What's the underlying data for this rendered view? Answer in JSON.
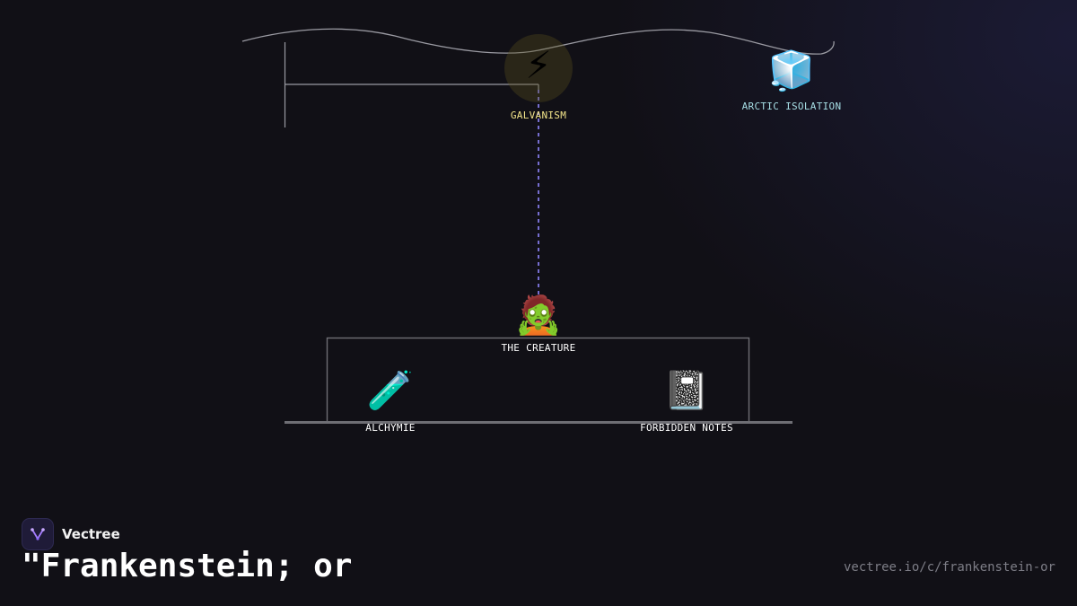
{
  "diagram": {
    "nodes": {
      "galvanism": {
        "icon": "⚡",
        "icon_name": "lightning-icon",
        "label": "GALVANISM",
        "label_color": "#f3e58a"
      },
      "arctic": {
        "icon": "🧊",
        "icon_name": "ice-cube-icon",
        "label": "ARCTIC ISOLATION",
        "label_color": "#a7dfe6"
      },
      "creature": {
        "icon": "🧟",
        "icon_name": "zombie-icon",
        "label": "THE CREATURE",
        "label_color": "#ffffff"
      },
      "alchymie": {
        "icon": "🧪",
        "icon_name": "test-tube-icon",
        "label": "ALCHYMIE",
        "label_color": "#ffffff"
      },
      "notes": {
        "icon": "📓",
        "icon_name": "notebook-icon",
        "label": "FORBIDDEN NOTES",
        "label_color": "#ffffff"
      }
    },
    "colors": {
      "connector": "#9a9aa2",
      "dashed_link": "#8f86ff",
      "frame": "#6e6e74"
    }
  },
  "footer": {
    "brand": "Vectree",
    "title": "\"Frankenstein; or",
    "url": "vectree.io/c/frankenstein-or"
  }
}
